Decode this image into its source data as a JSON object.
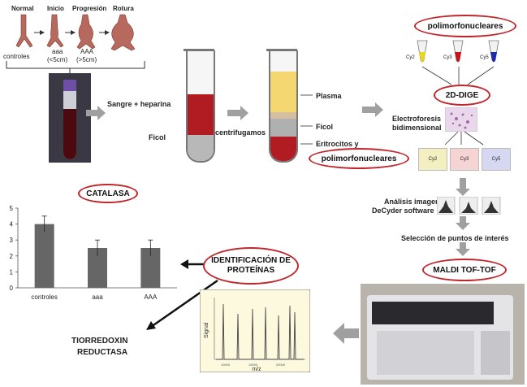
{
  "stages": {
    "headers": [
      "Normal",
      "Inicio",
      "Progresión",
      "Rotura"
    ],
    "subs": [
      "controles",
      "aaa",
      "(<5cm)",
      "AAA",
      "(>5cm)"
    ]
  },
  "tubes": {
    "blood_label": "Sangre + heparina",
    "ficol_left": "Ficol",
    "centrifuge": "centrifugamos",
    "plasma": "Plasma",
    "ficol_right": "Ficol",
    "eritro": "Eritrocitos y",
    "pmn": "polimorfonucleares"
  },
  "dige": {
    "title": "polimorfonucleares",
    "dyes": [
      "Cy2",
      "Cy3",
      "Cy5"
    ],
    "oval": "2D-DIGE",
    "electro_1": "Electroforesis",
    "electro_2": "bidimensional",
    "gels": [
      "Cy2",
      "Cy3",
      "Cy5"
    ],
    "analysis_1": "Análisis imagen",
    "analysis_2": "DeCyder software",
    "selection": "Selección de puntos de interés",
    "maldi": "MALDI TOF-TOF"
  },
  "ident": {
    "line1": "IDENTIFICACIÓN DE",
    "line2": "PROTEÍNAS"
  },
  "result": {
    "line1": "TIORREDOXIN",
    "line2": "REDUCTASA"
  },
  "spectrum": {
    "xlabel": "m/z",
    "ylabel": "Signal"
  },
  "colors": {
    "oval_border": "#c0262c",
    "bar": "#666666",
    "arrow_gray": "#a0a0a0",
    "cy2": "#e8d81c",
    "cy3": "#c8141c",
    "cy5": "#1c2ca8"
  },
  "chart_data": {
    "type": "bar",
    "title": "CATALASA",
    "categories": [
      "controles",
      "aaa",
      "AAA"
    ],
    "values": [
      4.0,
      2.5,
      2.5
    ],
    "errors": [
      0.5,
      0.5,
      0.5
    ],
    "ylim": [
      0,
      5
    ],
    "yticks": [
      "0",
      "1",
      "2",
      "3",
      "4",
      "5"
    ],
    "xlabel": "",
    "ylabel": "",
    "grid": false
  }
}
